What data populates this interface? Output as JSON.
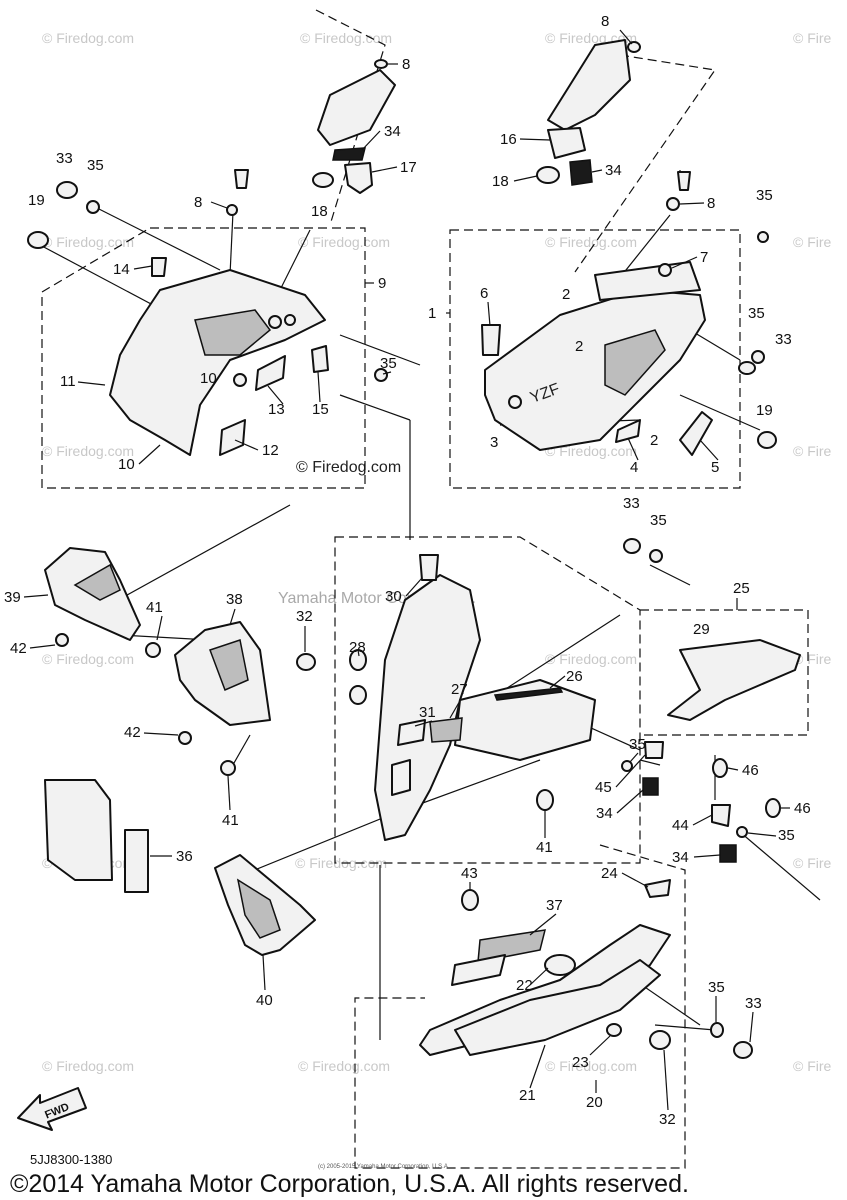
{
  "watermarks": {
    "firedog": "© Firedog.com",
    "fire": "© Fire",
    "yamaha_corp": "Yamaha Motor Corp, U.S.A.",
    "firedog_large": "© Firedog.com"
  },
  "part_numbers": {
    "p1": "1",
    "p2": "2",
    "p3": "3",
    "p4": "4",
    "p5": "5",
    "p6": "6",
    "p7": "7",
    "p8": "8",
    "p9": "9",
    "p10": "10",
    "p11": "11",
    "p12": "12",
    "p13": "13",
    "p14": "14",
    "p15": "15",
    "p16": "16",
    "p17": "17",
    "p18": "18",
    "p19": "19",
    "p20": "20",
    "p21": "21",
    "p22": "22",
    "p23": "23",
    "p24": "24",
    "p25": "25",
    "p26": "26",
    "p27": "27",
    "p28": "28",
    "p29": "29",
    "p30": "30",
    "p31": "31",
    "p32": "32",
    "p33": "33",
    "p34": "34",
    "p35": "35",
    "p36": "36",
    "p37": "37",
    "p38": "38",
    "p39": "39",
    "p40": "40",
    "p41": "41",
    "p42": "42",
    "p43": "43",
    "p44": "44",
    "p45": "45",
    "p46": "46"
  },
  "diagram_code": "5JJ8300-1380",
  "fwd_label": "FWD",
  "brand_mark": "YZF",
  "copyright_small": "(c) 2005-2015 Yamaha Motor Corporation, U.S.A.",
  "copyright": "©2014 Yamaha Motor Corporation, U.S.A. All rights reserved."
}
